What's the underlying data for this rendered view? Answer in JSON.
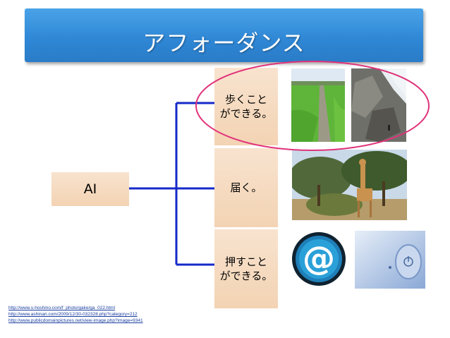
{
  "title": "アフォーダンス",
  "ai_label": "AI",
  "affordances": [
    {
      "label": "歩くこと\nができる。"
    },
    {
      "label": "届く。"
    },
    {
      "label": "押すこと\nができる。"
    }
  ],
  "images": [
    {
      "icon": "grass-path-photo"
    },
    {
      "icon": "rock-cliff-photo"
    },
    {
      "icon": "giraffe-tree-photo"
    },
    {
      "icon": "at-sign-icon"
    },
    {
      "icon": "power-button-photo"
    }
  ],
  "sources": [
    "http://www.s-hoshino.com/f_photo/gake/ga_022.html",
    "http://www.ashinari.com/2009/12/30-032328.php?category=212",
    "http://www.publicdomainpictures.net/view-image.php?image=9341"
  ],
  "colors": {
    "title_bg": "#2e86d4",
    "node_bg": "#f5d9bf",
    "connector": "#1428c8",
    "highlight": "#e0327a"
  }
}
